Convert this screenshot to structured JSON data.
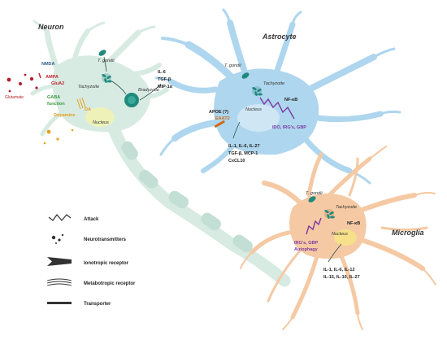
{
  "cells": {
    "neuron": "Neuron",
    "astrocyte": "Astrocyte",
    "microglia": "Microglia"
  },
  "neuron": {
    "nmda": "NMDA",
    "ampa": "AMPA",
    "glua2": "GluA2",
    "glutamate": "Glutamate",
    "gaba": "GABA",
    "gaba_fn": "function",
    "dopamine": "Dopamine",
    "da": "DA",
    "tgondii": "T. gondii",
    "tachyzoite": "Tachyzoite",
    "bradyzoite": "Bradyzoite",
    "nucleus": "Nucleus",
    "cytokines": [
      "IL-6",
      "TGF-β",
      "MIP-1α"
    ]
  },
  "astrocyte": {
    "tgondii": "T. gondii",
    "tachyzoite": "Tachyzoite",
    "nfkb": "NF-κB",
    "nucleus": "Nucleus",
    "apoe": "APOE (?)",
    "eaat2": "EAAT2",
    "ido": "IDO, IRG's, GBP",
    "cytokines": [
      "IL-1, IL-6, IL-27",
      "TGF-β, MCP-1",
      "CxCL10"
    ]
  },
  "microglia": {
    "tgondii": "T. gondii",
    "tachyzoite": "Tachyzoite",
    "nfkb": "NF-κB",
    "nucleus": "Nucleus",
    "irg": [
      "IRG's, GBP",
      "Autophagy"
    ],
    "cytokines": [
      "IL-1, IL-6, IL-12",
      "IL-15, IL-10, IL-27"
    ]
  },
  "legend": {
    "attack": "Attack",
    "neurotransmitters": "Neurotransmitters",
    "ionotropic": "Ionotropic receptor",
    "metabotropic": "Metabotropic receptor",
    "transporter": "Transporter"
  },
  "colors": {
    "neuron_body": "#d7ebe3",
    "astrocyte": "#aed6ee",
    "microglia": "#f5c9a3",
    "parasite": "#1f8a7c",
    "nmda": "#2e5e8a",
    "ampa": "#c0282f",
    "gaba": "#3c9a3c",
    "dopamine": "#e8a020",
    "attack": "#7b3aa0"
  }
}
